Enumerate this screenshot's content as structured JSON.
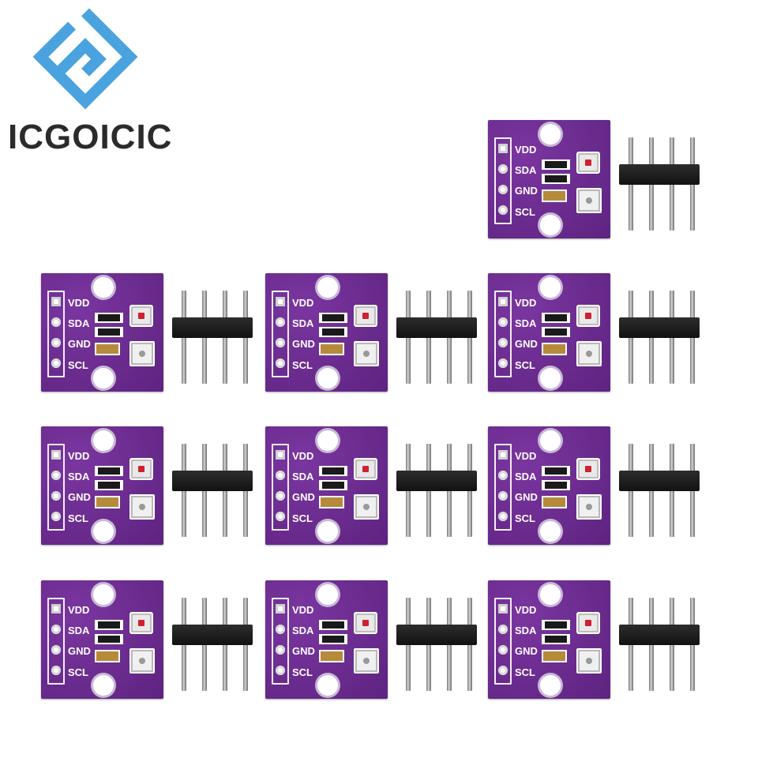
{
  "brand": {
    "name": "ICGOICIC",
    "logo_color": "#4aa3df"
  },
  "board_labels": [
    "VDD",
    "SDA",
    "GND",
    "SCL"
  ],
  "module_count": 10,
  "colors": {
    "pcb": "#6a2a8c",
    "header": "#1b1b1b",
    "pins": "#c9c9c9"
  }
}
